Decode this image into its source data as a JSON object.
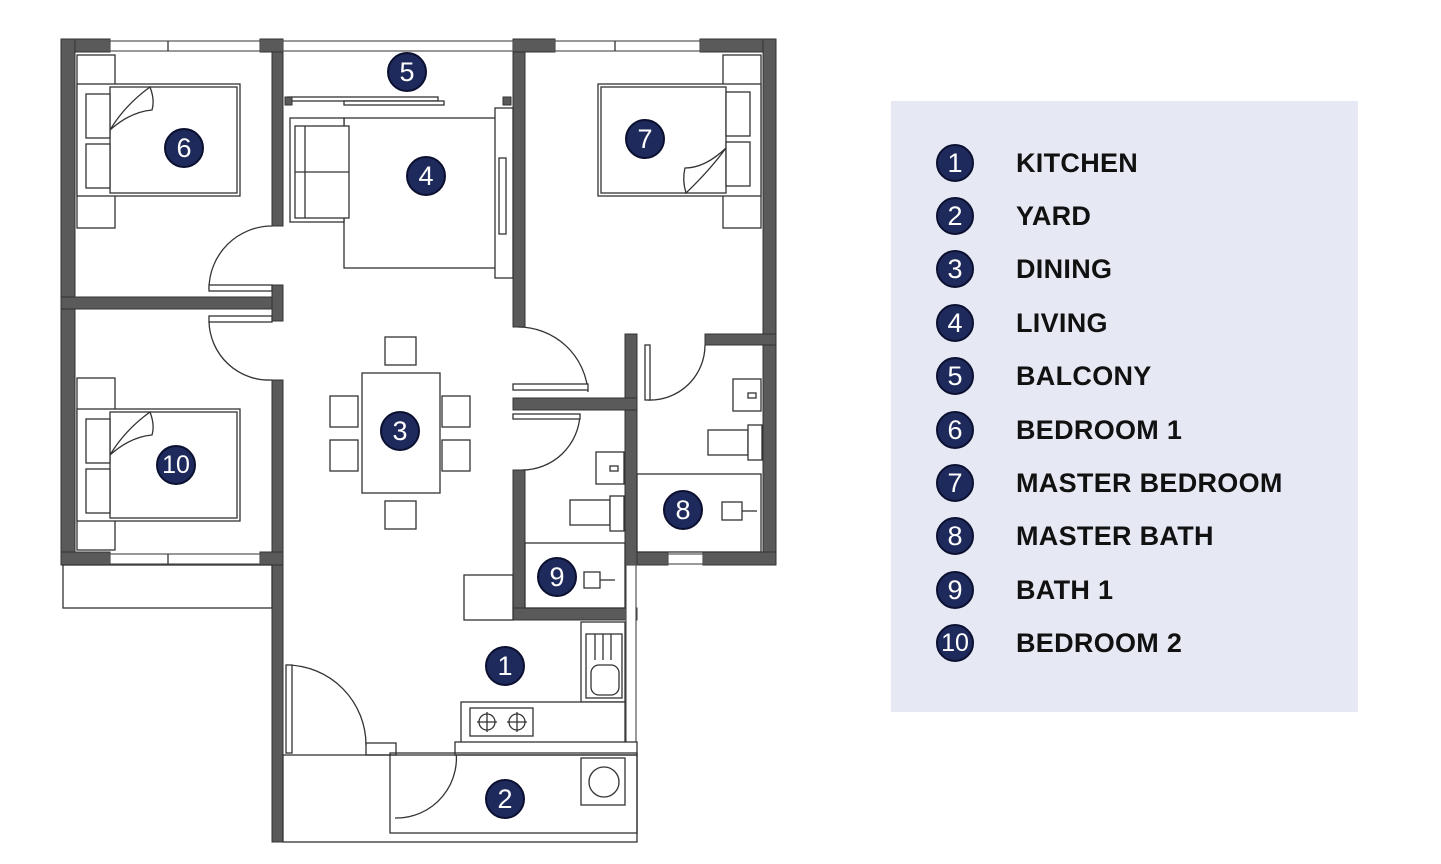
{
  "rooms": [
    {
      "number": "1",
      "name": "KITCHEN"
    },
    {
      "number": "2",
      "name": "YARD"
    },
    {
      "number": "3",
      "name": "DINING"
    },
    {
      "number": "4",
      "name": "LIVING"
    },
    {
      "number": "5",
      "name": "BALCONY"
    },
    {
      "number": "6",
      "name": "BEDROOM 1"
    },
    {
      "number": "7",
      "name": "MASTER BEDROOM"
    },
    {
      "number": "8",
      "name": "MASTER BATH"
    },
    {
      "number": "9",
      "name": "BATH 1"
    },
    {
      "number": "10",
      "name": "BEDROOM 2"
    }
  ],
  "colors": {
    "badge": "#1f2a5c",
    "legend_bg": "#e6e9f3",
    "wall": "#5a5a5a"
  }
}
